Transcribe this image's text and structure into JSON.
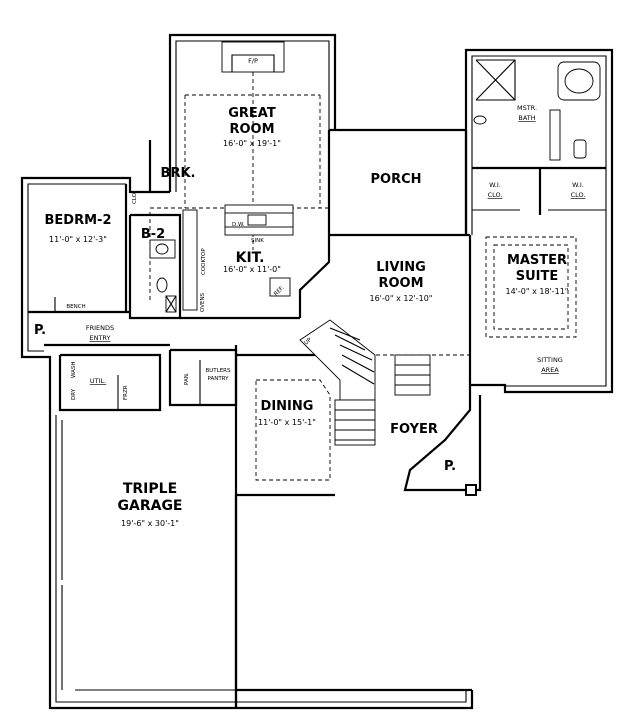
{
  "rooms": {
    "great_room": {
      "name_1": "GREAT",
      "name_2": "ROOM",
      "dims": "16'-0\" x 19'-1\""
    },
    "fireplace": "F/P",
    "brk": "BRK.",
    "kitchen": {
      "name": "KIT.",
      "dims": "16'-0\" x 11'-0\""
    },
    "porch": "PORCH",
    "bedroom2": {
      "name": "BEDRM-2",
      "dims": "11'-0\" x 12'-3\""
    },
    "bath2": "B-2",
    "closet_label": "CLO.",
    "living": {
      "name_1": "LIVING",
      "name_2": "ROOM",
      "dims": "16'-0\" x 12'-10\""
    },
    "master_bath": {
      "name_1": "MSTR.",
      "name_2": "BATH"
    },
    "wic_left": {
      "name_1": "W.I.",
      "name_2": "CLO."
    },
    "wic_right": {
      "name_1": "W.I.",
      "name_2": "CLO."
    },
    "master_suite": {
      "name_1": "MASTER",
      "name_2": "SUITE",
      "dims": "14'-0\" x 18'-11\""
    },
    "sitting": {
      "name_1": "SITTING",
      "name_2": "AREA"
    },
    "friends_entry": {
      "name_1": "FRIENDS",
      "name_2": "ENTRY"
    },
    "bench": "BENCH",
    "porch_left": "P.",
    "porch_front": "P.",
    "utility": "UTIL.",
    "wash": "WASH",
    "dry": "DRY",
    "frzr": "FRZR",
    "pantry": "PAN.",
    "butlers_pantry": {
      "name_1": "BUTLERS",
      "name_2": "PANTRY"
    },
    "dining": {
      "name": "DINING",
      "dims": "11'-0\" x 15'-1\""
    },
    "foyer": "FOYER",
    "garage": {
      "name_1": "TRIPLE",
      "name_2": "GARAGE",
      "dims": "19'-6\" x 30'-1\""
    }
  },
  "labels": {
    "dw": "D.W.",
    "sink": "SINK",
    "cooktop": "COOKTOP",
    "ovens": "OVENS",
    "ref": "REF.",
    "stairs": "UP"
  }
}
